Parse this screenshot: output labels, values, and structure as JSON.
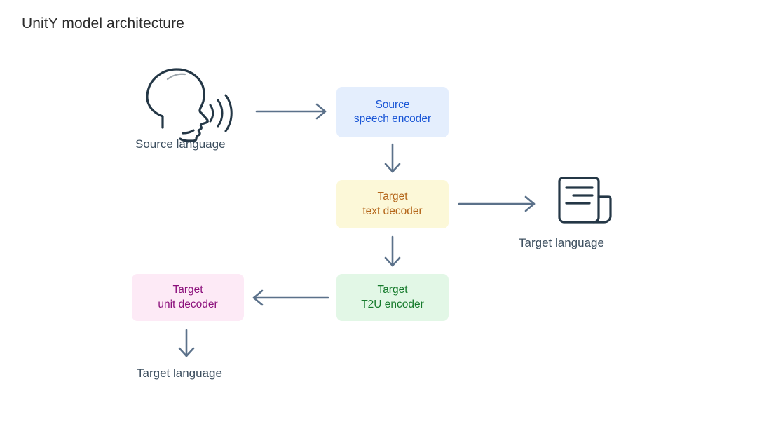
{
  "page": {
    "title": "UnitY model architecture",
    "background": "#ffffff"
  },
  "diagram": {
    "type": "flow-diagram",
    "arrow_color": "#5b718a",
    "icon_color": "#243746",
    "label_color": "#3d4f5f",
    "nodes": [
      {
        "id": "source-speech-encoder",
        "line1": "Source",
        "line2": "speech encoder",
        "fill": "#e4eefd",
        "text_color": "#1a56d6"
      },
      {
        "id": "target-text-decoder",
        "line1": "Target",
        "line2": "text decoder",
        "fill": "#fcf8d8",
        "text_color": "#b4661a"
      },
      {
        "id": "target-t2u-encoder",
        "line1": "Target",
        "line2": "T2U encoder",
        "fill": "#e2f7e6",
        "text_color": "#157a2b"
      },
      {
        "id": "target-unit-decoder",
        "line1": "Target",
        "line2": "unit decoder",
        "fill": "#fdeaf6",
        "text_color": "#8c117c"
      }
    ],
    "labels": {
      "source_language": "Source language",
      "target_language_right": "Target language",
      "target_language_bottom": "Target language"
    },
    "icons": {
      "speaking_head": "speaking-head-icon",
      "document": "document-icon"
    },
    "arrows": [
      {
        "id": "head-to-source-speech-encoder",
        "direction": "right"
      },
      {
        "id": "source-speech-encoder-to-target-text-decoder",
        "direction": "down"
      },
      {
        "id": "target-text-decoder-to-document",
        "direction": "right"
      },
      {
        "id": "target-text-decoder-to-target-t2u-encoder",
        "direction": "down"
      },
      {
        "id": "target-t2u-encoder-to-target-unit-decoder",
        "direction": "left"
      },
      {
        "id": "target-unit-decoder-to-target-language",
        "direction": "down"
      }
    ]
  }
}
